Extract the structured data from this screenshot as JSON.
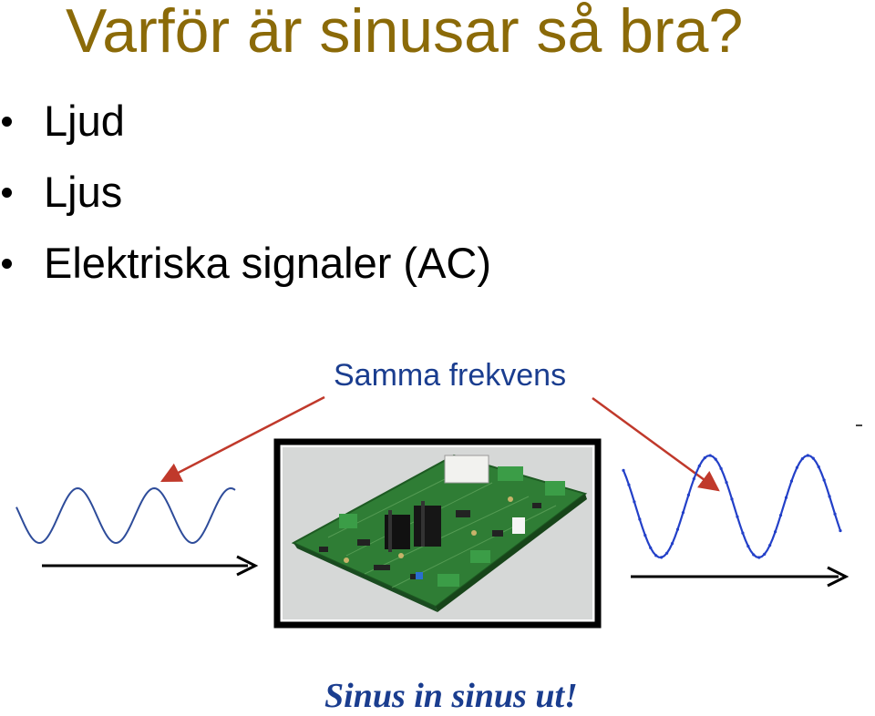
{
  "slide": {
    "title": "Varför är sinusar så bra?",
    "bullets": [
      {
        "label": "Ljud"
      },
      {
        "label": "Ljus"
      },
      {
        "label": "Elektriska signaler (AC)"
      }
    ],
    "callout": "Samma frekvens",
    "footer": "Sinus in sinus ut!"
  },
  "colors": {
    "title": "#8b6a08",
    "callout_text": "#1a3d8f",
    "arrow_red": "#c0392b",
    "wave_in": "#2e4c9a",
    "wave_out": "#2340c8",
    "board_green": "#2f7d35"
  },
  "icons": {
    "input_wave": "sine-wave",
    "output_wave": "sine-wave",
    "board": "circuit-board",
    "axis_arrow": "right-arrow"
  }
}
